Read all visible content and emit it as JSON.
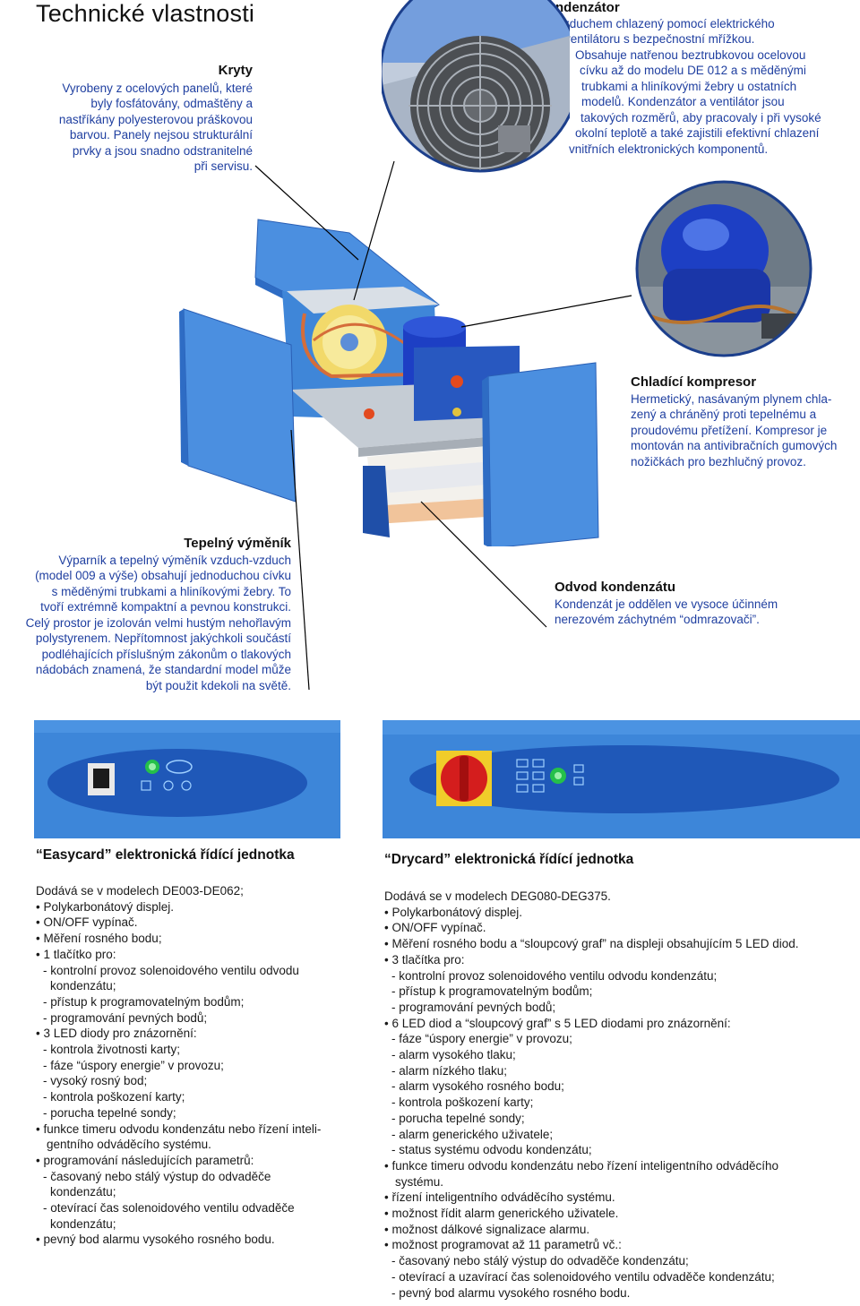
{
  "page": {
    "title": "Technické vlastnosti"
  },
  "kryty": {
    "heading": "Kryty",
    "lines": [
      "Vyrobeny z ocelových panelů, které",
      "byly fosfátovány, odmaštěny a",
      "nastříkány polyesterovou práškovou",
      "barvou. Panely nejsou strukturální",
      "prvky a jsou snadno odstranitelné",
      "při servisu."
    ]
  },
  "kondenzator": {
    "heading": "Kondenzátor",
    "lines": [
      "Vzduchem chlazený pomocí elektrického",
      "ventilátoru s bezpečnostní mřížkou.",
      "Obsahuje natřenou beztrubkovou ocelovou",
      "cívku až do modelu DE 012 a s měděnými",
      "trubkami a hliníkovými žebry u ostatních",
      "modelů. Kondenzátor a ventilátor jsou",
      "takových rozměrů, aby pracovaly i při vysoké",
      "okolní teplotě a také zajistili efektivní chlazení",
      "vnitřních elektronických komponentů."
    ]
  },
  "kompresor": {
    "heading": "Chladící kompresor",
    "lines": [
      "Hermetický, nasávaným plynem chla-",
      "zený a chráněný proti tepelnému a",
      "proudovému přetížení. Kompresor je",
      "montován na antivibračních gumových",
      "nožičkách pro bezhlučný provoz."
    ]
  },
  "vymenik": {
    "heading": "Tepelný výměník",
    "lines": [
      "Výparník a tepelný výměník vzduch-vzduch",
      "(model 009 a výše) obsahují jednoduchou cívku",
      "s měděnými trubkami a hliníkovými žebry. To",
      "tvoří extrémně kompaktní a pevnou konstrukci.",
      "Celý prostor je izolován velmi hustým nehořlavým",
      "polystyrenem. Nepřítomnost jakýchkoli součástí",
      "podléhajících příslušným zákonům o tlakových",
      "nádobách znamená, že standardní model může",
      "být použit kdekoli na světě."
    ]
  },
  "odvod": {
    "heading": "Odvod kondenzátu",
    "lines": [
      "Kondenzát je oddělen  ve vysoce účinném",
      "nerezovém záchytném “odmrazovači”."
    ]
  },
  "easycard": {
    "title": "“Easycard” elektronická řídící jednotka",
    "lines": [
      {
        "t": "Dodává se v modelech DE003-DE062;",
        "c": ""
      },
      {
        "t": "• Polykarbonátový displej.",
        "c": ""
      },
      {
        "t": "• ON/OFF vypínač.",
        "c": ""
      },
      {
        "t": "• Měření rosného bodu;",
        "c": ""
      },
      {
        "t": "• 1 tlačítko pro:",
        "c": ""
      },
      {
        "t": "- kontrolní provoz solenoidového ventilu odvodu",
        "c": "ind1"
      },
      {
        "t": "kondenzátu;",
        "c": "ind2"
      },
      {
        "t": "- přístup k programovatelným bodům;",
        "c": "ind1"
      },
      {
        "t": "-  programování pevných bodů;",
        "c": "ind1"
      },
      {
        "t": "• 3 LED diody pro znázornění:",
        "c": ""
      },
      {
        "t": "- kontrola životnosti karty;",
        "c": "ind1"
      },
      {
        "t": "- fáze “úspory energie” v provozu;",
        "c": "ind1"
      },
      {
        "t": "- vysoký rosný bod;",
        "c": "ind1"
      },
      {
        "t": "- kontrola poškození karty;",
        "c": "ind1"
      },
      {
        "t": "- porucha tepelné sondy;",
        "c": "ind1"
      },
      {
        "t": "• funkce timeru odvodu kondenzátu nebo řízení inteli-",
        "c": ""
      },
      {
        "t": "gentního odváděcího systému.",
        "c": "ind3"
      },
      {
        "t": "• programování následujících parametrů:",
        "c": ""
      },
      {
        "t": "- časovaný nebo stálý výstup do odvaděče",
        "c": "ind1"
      },
      {
        "t": "kondenzátu;",
        "c": "ind2"
      },
      {
        "t": "- otevírací čas solenoidového ventilu odvaděče",
        "c": "ind1"
      },
      {
        "t": "kondenzátu;",
        "c": "ind2"
      },
      {
        "t": "• pevný bod alarmu vysokého rosného bodu.",
        "c": ""
      }
    ]
  },
  "drycard": {
    "title": "“Drycard” elektronická řídící jednotka",
    "lines": [
      {
        "t": "Dodává se v modelech DEG080-DEG375.",
        "c": ""
      },
      {
        "t": "• Polykarbonátový displej.",
        "c": ""
      },
      {
        "t": "• ON/OFF vypínač.",
        "c": ""
      },
      {
        "t": "• Měření rosného bodu a “sloupcový graf” na displeji obsahujícím 5 LED diod.",
        "c": ""
      },
      {
        "t": "• 3 tlačítka pro:",
        "c": ""
      },
      {
        "t": "-  kontrolní provoz solenoidového ventilu odvodu kondenzátu;",
        "c": "ind1"
      },
      {
        "t": "- přístup k programovatelným bodům;",
        "c": "ind1"
      },
      {
        "t": "- programování pevných bodů;",
        "c": "ind1"
      },
      {
        "t": "• 6 LED diod a “sloupcový graf” s 5 LED diodami pro znázornění:",
        "c": ""
      },
      {
        "t": "- fáze “úspory energie” v provozu;",
        "c": "ind1"
      },
      {
        "t": "- alarm vysokého tlaku;",
        "c": "ind1"
      },
      {
        "t": "- alarm nízkého tlaku;",
        "c": "ind1"
      },
      {
        "t": "- alarm vysokého rosného bodu;",
        "c": "ind1"
      },
      {
        "t": "- kontrola poškození karty;",
        "c": "ind1"
      },
      {
        "t": "- porucha tepelné sondy;",
        "c": "ind1"
      },
      {
        "t": "- alarm generického uživatele;",
        "c": "ind1"
      },
      {
        "t": "- status systému odvodu kondenzátu;",
        "c": "ind1"
      },
      {
        "t": "• funkce timeru odvodu kondenzátu nebo řízení inteligentního odváděcího",
        "c": ""
      },
      {
        "t": "systému.",
        "c": "ind3"
      },
      {
        "t": "• řízení inteligentního odváděcího systému.",
        "c": ""
      },
      {
        "t": "• možnost řídit alarm generického uživatele.",
        "c": ""
      },
      {
        "t": "• možnost dálkové signalizace alarmu.",
        "c": ""
      },
      {
        "t": "• možnost programovat až 11 parametrů vč.:",
        "c": ""
      },
      {
        "t": "- časovaný nebo stálý výstup do odvaděče kondenzátu;",
        "c": "ind1"
      },
      {
        "t": "- otevírací a uzavírací čas solenoidového ventilu odvaděče kondenzátu;",
        "c": "ind1"
      },
      {
        "t": "- pevný bod alarmu vysokého rosného bodu.",
        "c": "ind1"
      }
    ]
  },
  "colors": {
    "panel_blue": "#3d86d9",
    "dark_blue": "#1f4fa8",
    "text_blue": "#1f3fa0"
  }
}
